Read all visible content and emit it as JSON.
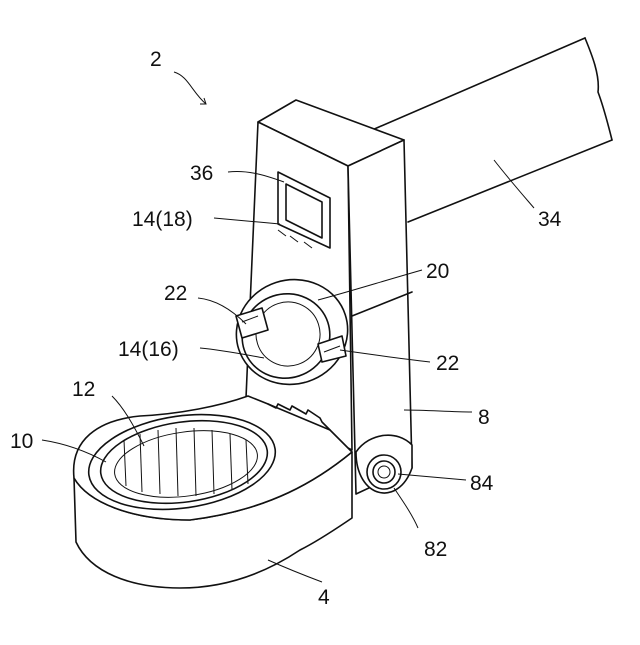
{
  "figure": {
    "labels": {
      "assembly": "2",
      "window": "36",
      "face_upper": "14(18)",
      "ring": "20",
      "notch_left": "22",
      "face_lower": "14(16)",
      "notch_right": "22",
      "box_teeth": "12",
      "box_bore": "10",
      "head_arm": "8",
      "pin_hole": "84",
      "pin": "82",
      "head": "4",
      "handle": "34"
    },
    "colors": {
      "ink": "#111111",
      "paper": "#ffffff"
    }
  }
}
